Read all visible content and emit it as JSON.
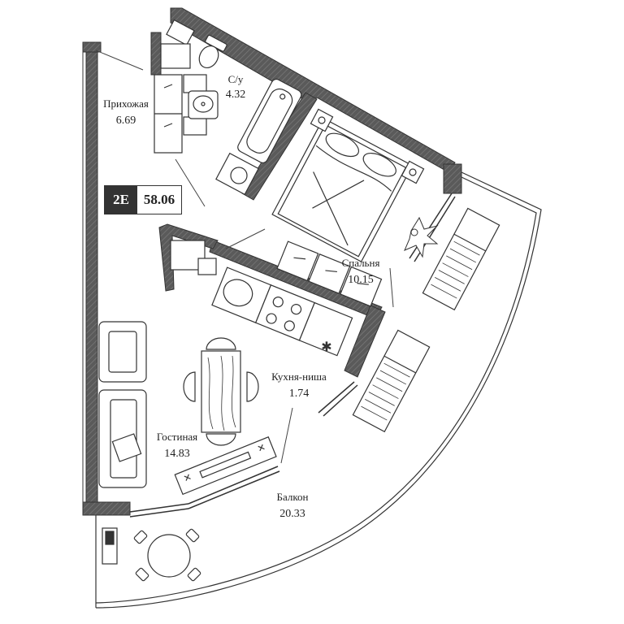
{
  "apartment": {
    "type": "2Е",
    "total_area": "58.06"
  },
  "rooms": [
    {
      "key": "hall",
      "name": "Прихожая",
      "area": "6.69"
    },
    {
      "key": "bath",
      "name": "С/у",
      "area": "4.32"
    },
    {
      "key": "bedroom",
      "name": "Спальня",
      "area": "10.15"
    },
    {
      "key": "kitchen",
      "name": "Кухня-ниша",
      "area": "1.74"
    },
    {
      "key": "living",
      "name": "Гостиная",
      "area": "14.83"
    },
    {
      "key": "balcony",
      "name": "Балкон",
      "area": "20.33"
    }
  ],
  "colors": {
    "wall": "#5a5a5a",
    "line": "#333333",
    "badge_dark": "#333333"
  },
  "icons": [
    "bathtub-icon",
    "toilet-icon",
    "sink-icon",
    "bed-icon",
    "stove-icon",
    "dining-table-icon",
    "sofa-icon",
    "armchair-icon",
    "plant-icon",
    "sun-lounger-icon",
    "tv-stand-icon"
  ]
}
